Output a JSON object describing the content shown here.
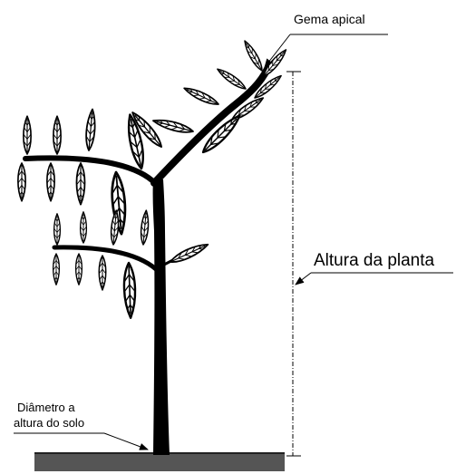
{
  "labels": {
    "apical_bud": "Gema apical",
    "plant_height": "Altura da planta",
    "diameter_line1": "Diâmetro a",
    "diameter_line2": "altura do solo"
  }
}
